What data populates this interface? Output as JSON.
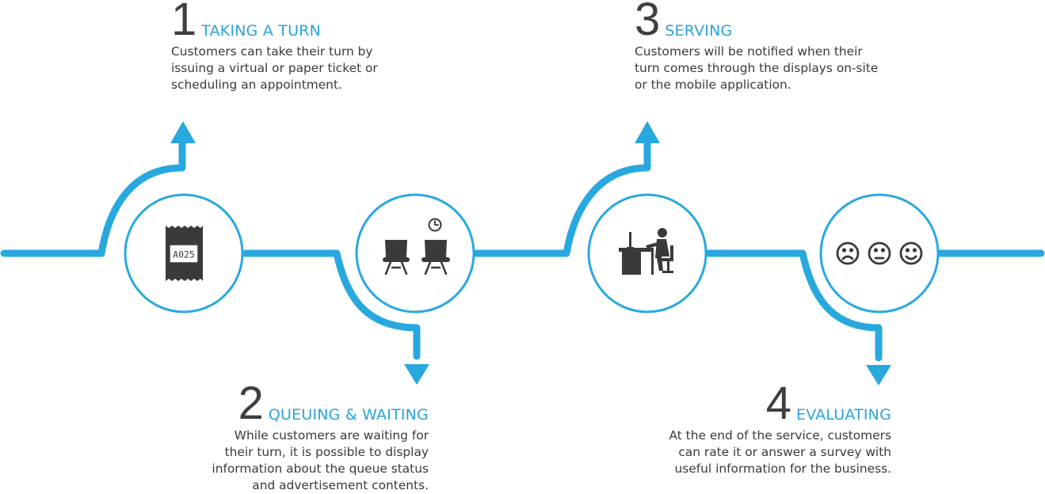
{
  "steps": [
    {
      "number": "1",
      "title": "TAKING A TURN",
      "lines": [
        "Customers can take their turn by",
        "issuing a virtual or paper ticket or",
        "scheduling an appointment."
      ]
    },
    {
      "number": "2",
      "title": "QUEUING & WAITING",
      "lines": [
        "While customers are waiting for",
        "their turn, it is possible to display",
        "information about the queue status",
        "and advertisement contents."
      ]
    },
    {
      "number": "3",
      "title": "SERVING",
      "lines": [
        "Customers will be notified when their",
        "turn comes through the displays on-site",
        "or the mobile application."
      ]
    },
    {
      "number": "4",
      "title": "EVALUATING",
      "lines": [
        "At the end of the service, customers",
        "can rate it or answer a survey with",
        "useful information for the business."
      ]
    }
  ],
  "icons": {
    "ticket": {
      "name": "ticket-icon",
      "label": "A025"
    },
    "waiting": {
      "name": "waiting-chairs-icon"
    },
    "serving": {
      "name": "desk-agent-icon"
    },
    "evaluating": {
      "name": "rating-faces-icon"
    }
  },
  "colors": {
    "accent": "#29a8e0",
    "icon": "#3a3a3a",
    "number": "#3f3f3f"
  }
}
